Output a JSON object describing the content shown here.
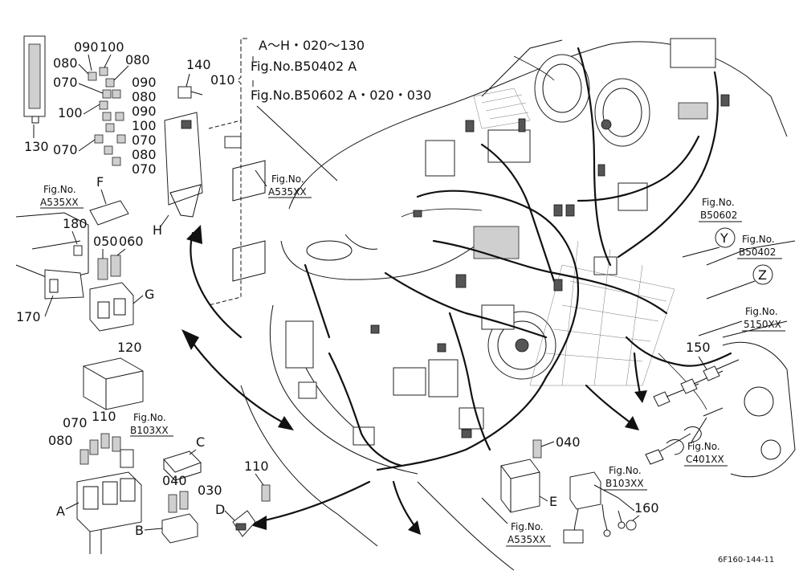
{
  "header": {
    "line1": "A～H・020～130",
    "line2": "Fig.No.B50402 A",
    "line3": "Fig.No.B50602 A・020・030",
    "item": "010"
  },
  "part_numbers": {
    "p130": "130",
    "p090a": "090",
    "p100a": "100",
    "p080a": "080",
    "p080b": "080",
    "p070a": "070",
    "p090b": "090",
    "p080c": "080",
    "p100b": "100",
    "p090c": "090",
    "p100c": "100",
    "p070b": "070",
    "p070c": "070",
    "p080d": "080",
    "p070d": "070",
    "p140": "140",
    "p180": "180",
    "p050": "050",
    "p060": "060",
    "p170": "170",
    "p120": "120",
    "p070e": "070",
    "p110a": "110",
    "p080e": "080",
    "p040a": "040",
    "p030": "030",
    "p110b": "110",
    "p040b": "040",
    "p150": "150",
    "p160": "160"
  },
  "letters": {
    "A": "A",
    "B": "B",
    "C": "C",
    "D": "D",
    "E": "E",
    "F": "F",
    "G": "G",
    "H": "H",
    "Y": "Y",
    "Z": "Z"
  },
  "fig_refs": {
    "r1": {
      "label": "Fig.No.",
      "code": "A535XX"
    },
    "r2": {
      "label": "Fig.No.",
      "code": "A535XX"
    },
    "r3": {
      "label": "Fig.No.",
      "code": "B103XX"
    },
    "r4": {
      "label": "Fig.No.",
      "code": "B50602"
    },
    "r5": {
      "label": "Fig.No.",
      "code": "B50402"
    },
    "r6": {
      "label": "Fig.No.",
      "code": "5150XX"
    },
    "r7": {
      "label": "Fig.No.",
      "code": "C401XX"
    },
    "r8": {
      "label": "Fig.No.",
      "code": "B103XX"
    },
    "r9": {
      "label": "Fig.No.",
      "code": "A535XX"
    }
  },
  "drawing_code": "6F160-144-11"
}
